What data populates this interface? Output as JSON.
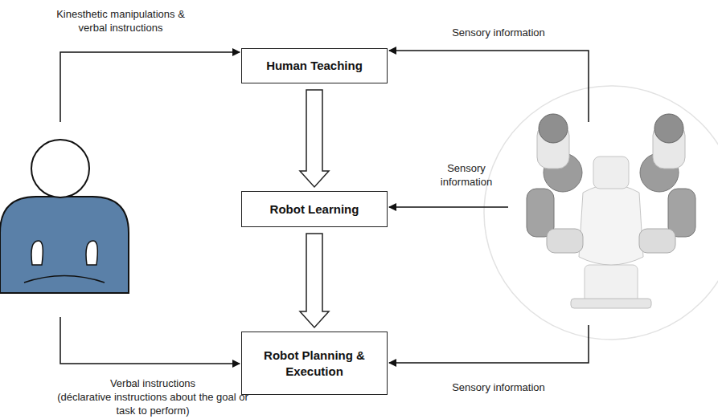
{
  "diagram": {
    "nodes": [
      {
        "text": [
          "Human Teaching"
        ]
      },
      {
        "text": [
          "Robot Learning"
        ]
      },
      {
        "text": [
          "Robot Planning & Execution"
        ]
      }
    ],
    "edges": [
      {
        "from": 0,
        "to": 1,
        "arrow": "to"
      },
      {
        "from": 1,
        "to": 2,
        "arrow": "to"
      }
    ],
    "labels": [
      "Kinesthetic manipulations & verbal instructions",
      "Sensory information",
      "Sensory information",
      "Sensory information",
      "Verbal instructions",
      "(déclarative instructions about the goal or task to perform)"
    ]
  }
}
